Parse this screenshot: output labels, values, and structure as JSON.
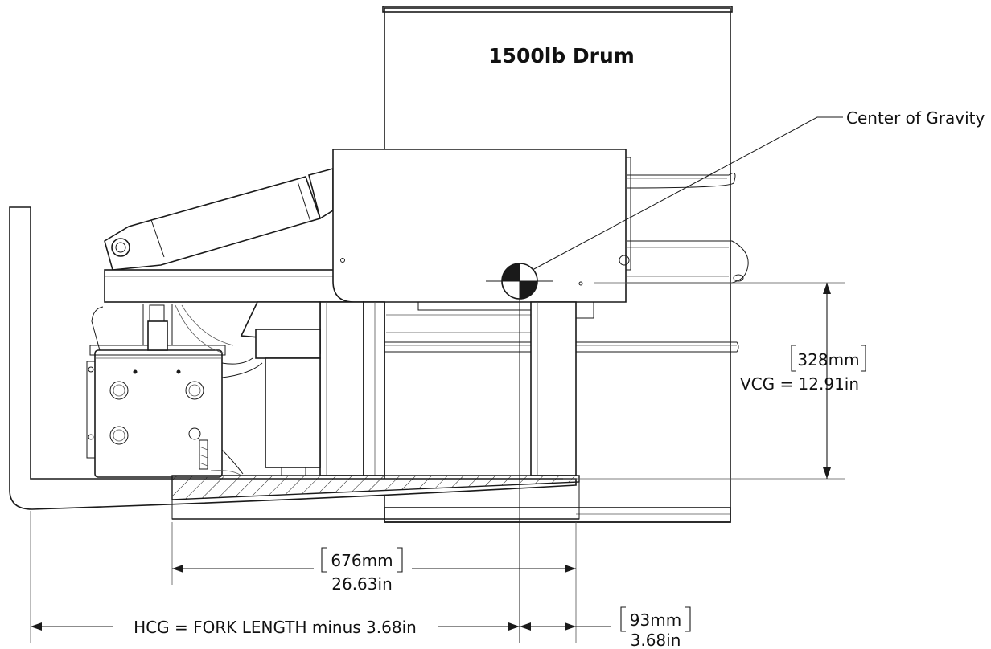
{
  "title": "1500lb Drum",
  "cg_label": "Center of Gravity",
  "vcg": {
    "label": "VCG = 12.91in",
    "metric": "328mm"
  },
  "width_dim": {
    "metric": "676mm",
    "imperial": "26.63in"
  },
  "offset_dim": {
    "metric": "93mm",
    "imperial": "3.68in"
  },
  "hcg": {
    "label": "HCG = FORK LENGTH minus 3.68in"
  }
}
